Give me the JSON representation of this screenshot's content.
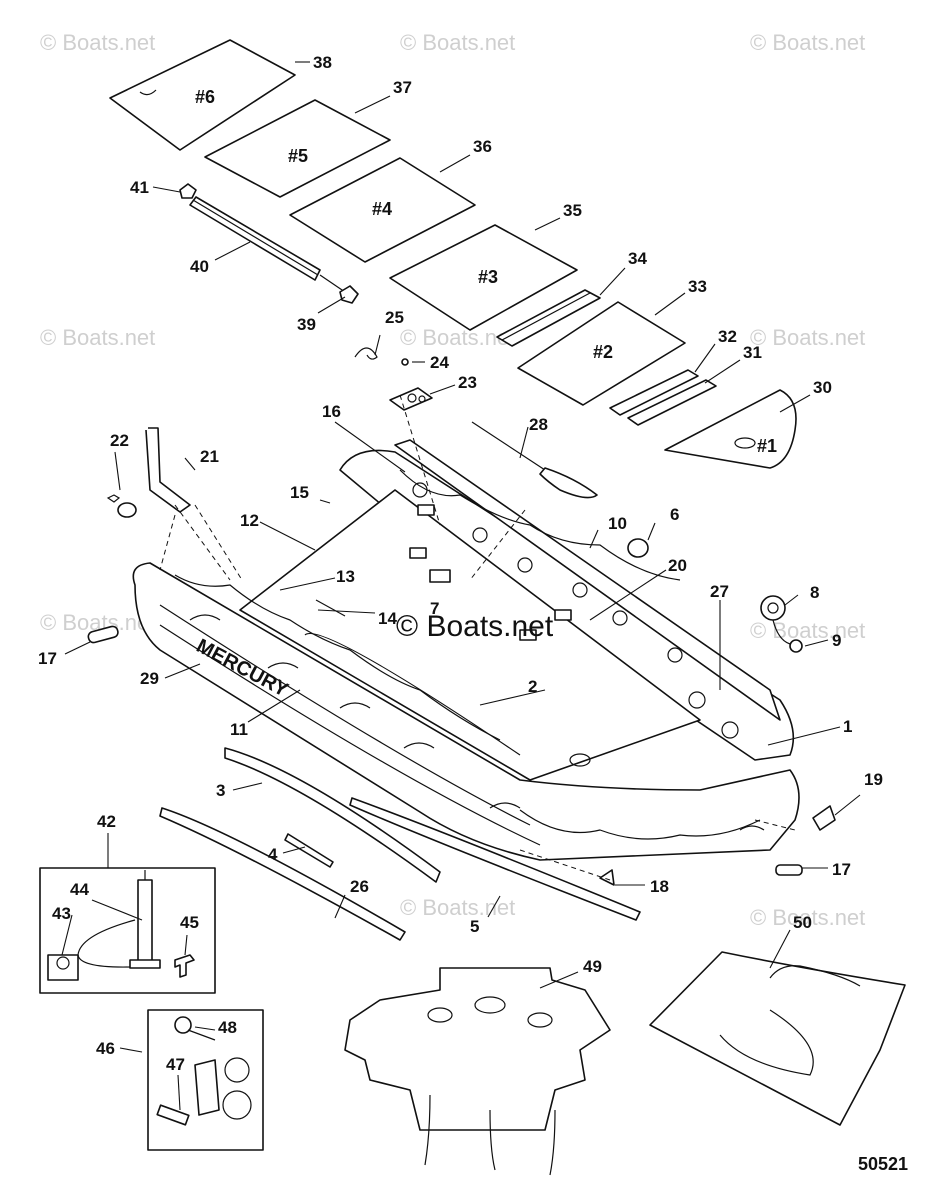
{
  "watermark": "© Boats.net",
  "brand_label": "MERCURY",
  "drawing_number": "50521",
  "floor_panel_labels": [
    "#1",
    "#2",
    "#3",
    "#4",
    "#5",
    "#6"
  ],
  "callouts": {
    "c1": "1",
    "c2": "2",
    "c3": "3",
    "c4": "4",
    "c5": "5",
    "c6": "6",
    "c7": "7",
    "c8": "8",
    "c9": "9",
    "c10": "10",
    "c11": "11",
    "c12": "12",
    "c13": "13",
    "c14": "14",
    "c15": "15",
    "c16": "16",
    "c17a": "17",
    "c17b": "17",
    "c18": "18",
    "c19": "19",
    "c20": "20",
    "c21": "21",
    "c22": "22",
    "c23": "23",
    "c24": "24",
    "c25": "25",
    "c26": "26",
    "c27": "27",
    "c28": "28",
    "c29": "29",
    "c30": "30",
    "c31": "31",
    "c32": "32",
    "c33": "33",
    "c34": "34",
    "c35": "35",
    "c36": "36",
    "c37": "37",
    "c38": "38",
    "c39": "39",
    "c40": "40",
    "c41": "41",
    "c42": "42",
    "c43": "43",
    "c44": "44",
    "c45": "45",
    "c46": "46",
    "c47": "47",
    "c48": "48",
    "c49": "49",
    "c50": "50"
  }
}
